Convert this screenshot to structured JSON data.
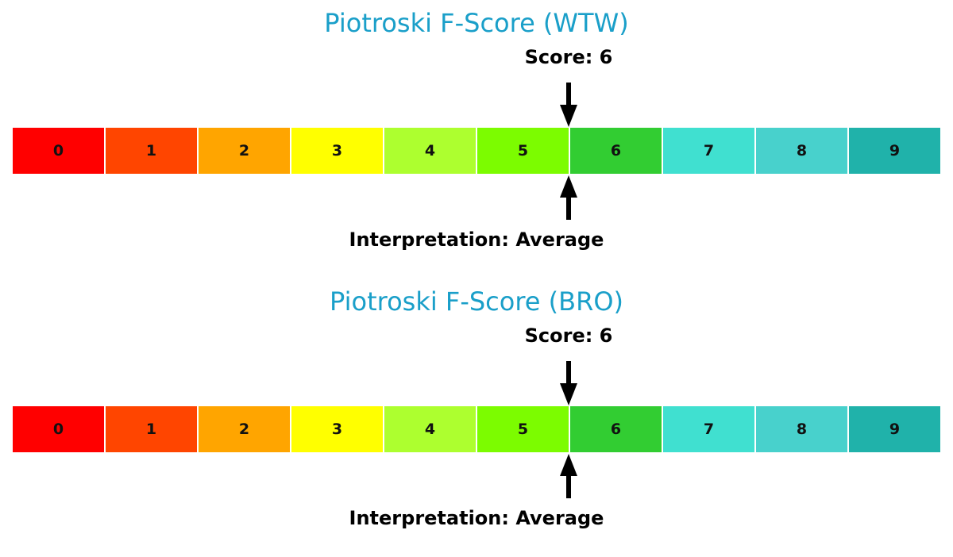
{
  "chart_data": [
    {
      "type": "gauge-bar",
      "title": "Piotroski F-Score (WTW)",
      "categories": [
        "0",
        "1",
        "2",
        "3",
        "4",
        "5",
        "6",
        "7",
        "8",
        "9"
      ],
      "colors": [
        "#ff0000",
        "#ff4500",
        "#ffa500",
        "#ffff00",
        "#adff2f",
        "#7cfc00",
        "#32cd32",
        "#40e0d0",
        "#48d1cc",
        "#20b2aa"
      ],
      "score": 6,
      "score_label": "Score: 6",
      "interpretation": "Average",
      "interpretation_label": "Interpretation: Average"
    },
    {
      "type": "gauge-bar",
      "title": "Piotroski F-Score (BRO)",
      "categories": [
        "0",
        "1",
        "2",
        "3",
        "4",
        "5",
        "6",
        "7",
        "8",
        "9"
      ],
      "colors": [
        "#ff0000",
        "#ff4500",
        "#ffa500",
        "#ffff00",
        "#adff2f",
        "#7cfc00",
        "#32cd32",
        "#40e0d0",
        "#48d1cc",
        "#20b2aa"
      ],
      "score": 6,
      "score_label": "Score: 6",
      "interpretation": "Average",
      "interpretation_label": "Interpretation: Average"
    }
  ]
}
